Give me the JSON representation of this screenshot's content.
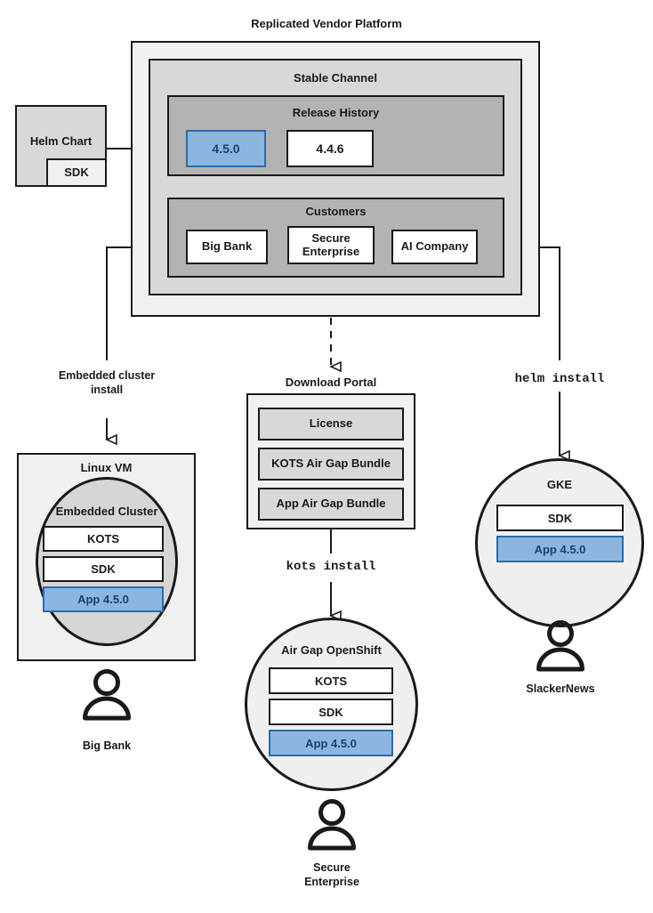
{
  "diagram": {
    "title": "Replicated Vendor Platform",
    "platform": {
      "stable_channel_label": "Stable Channel",
      "release_history": {
        "label": "Release History",
        "releases": [
          {
            "version": "4.5.0",
            "highlighted": true
          },
          {
            "version": "4.4.6",
            "highlighted": false
          }
        ]
      },
      "customers": {
        "label": "Customers",
        "items": [
          {
            "name": "Big Bank"
          },
          {
            "name": "Secure Enterprise"
          },
          {
            "name": "AI Company"
          }
        ]
      }
    },
    "helm_chart": {
      "label": "Helm Chart",
      "sdk_label": "SDK"
    },
    "paths": {
      "embedded_cluster_install": "Embedded cluster install",
      "embedded_cluster_install_line1": "Embedded cluster",
      "embedded_cluster_install_line2": "install",
      "download_portal": "Download Portal",
      "helm_install": "helm install",
      "kots_install": "kots install"
    },
    "download_portal": {
      "label": "Download Portal",
      "artifacts": [
        "License",
        "KOTS Air Gap Bundle",
        "App Air Gap Bundle"
      ]
    },
    "targets": [
      {
        "id": "linux-vm",
        "label": "Linux VM",
        "inner_label": "Embedded Cluster",
        "components": [
          {
            "label": "KOTS",
            "highlighted": false
          },
          {
            "label": "SDK",
            "highlighted": false
          },
          {
            "label": "App 4.5.0",
            "highlighted": true
          }
        ],
        "customer": "Big Bank"
      },
      {
        "id": "air-gap-openshift",
        "label": "Air Gap OpenShift",
        "components": [
          {
            "label": "KOTS",
            "highlighted": false
          },
          {
            "label": "SDK",
            "highlighted": false
          },
          {
            "label": "App 4.5.0",
            "highlighted": true
          }
        ],
        "customer_line1": "Secure",
        "customer_line2": "Enterprise"
      },
      {
        "id": "gke",
        "label": "GKE",
        "components": [
          {
            "label": "SDK",
            "highlighted": false
          },
          {
            "label": "App 4.5.0",
            "highlighted": true
          }
        ],
        "customer": "SlackerNews"
      }
    ],
    "colors": {
      "accent_blue_fill": "#8cb6e0",
      "accent_blue_border": "#2b6ca8",
      "accent_blue_text": "#17436e",
      "outline": "#1a1a1a",
      "shade_outer": "#f0f0f0",
      "shade_mid": "#d8d8d8",
      "shade_inner": "#b3b3b3"
    }
  }
}
